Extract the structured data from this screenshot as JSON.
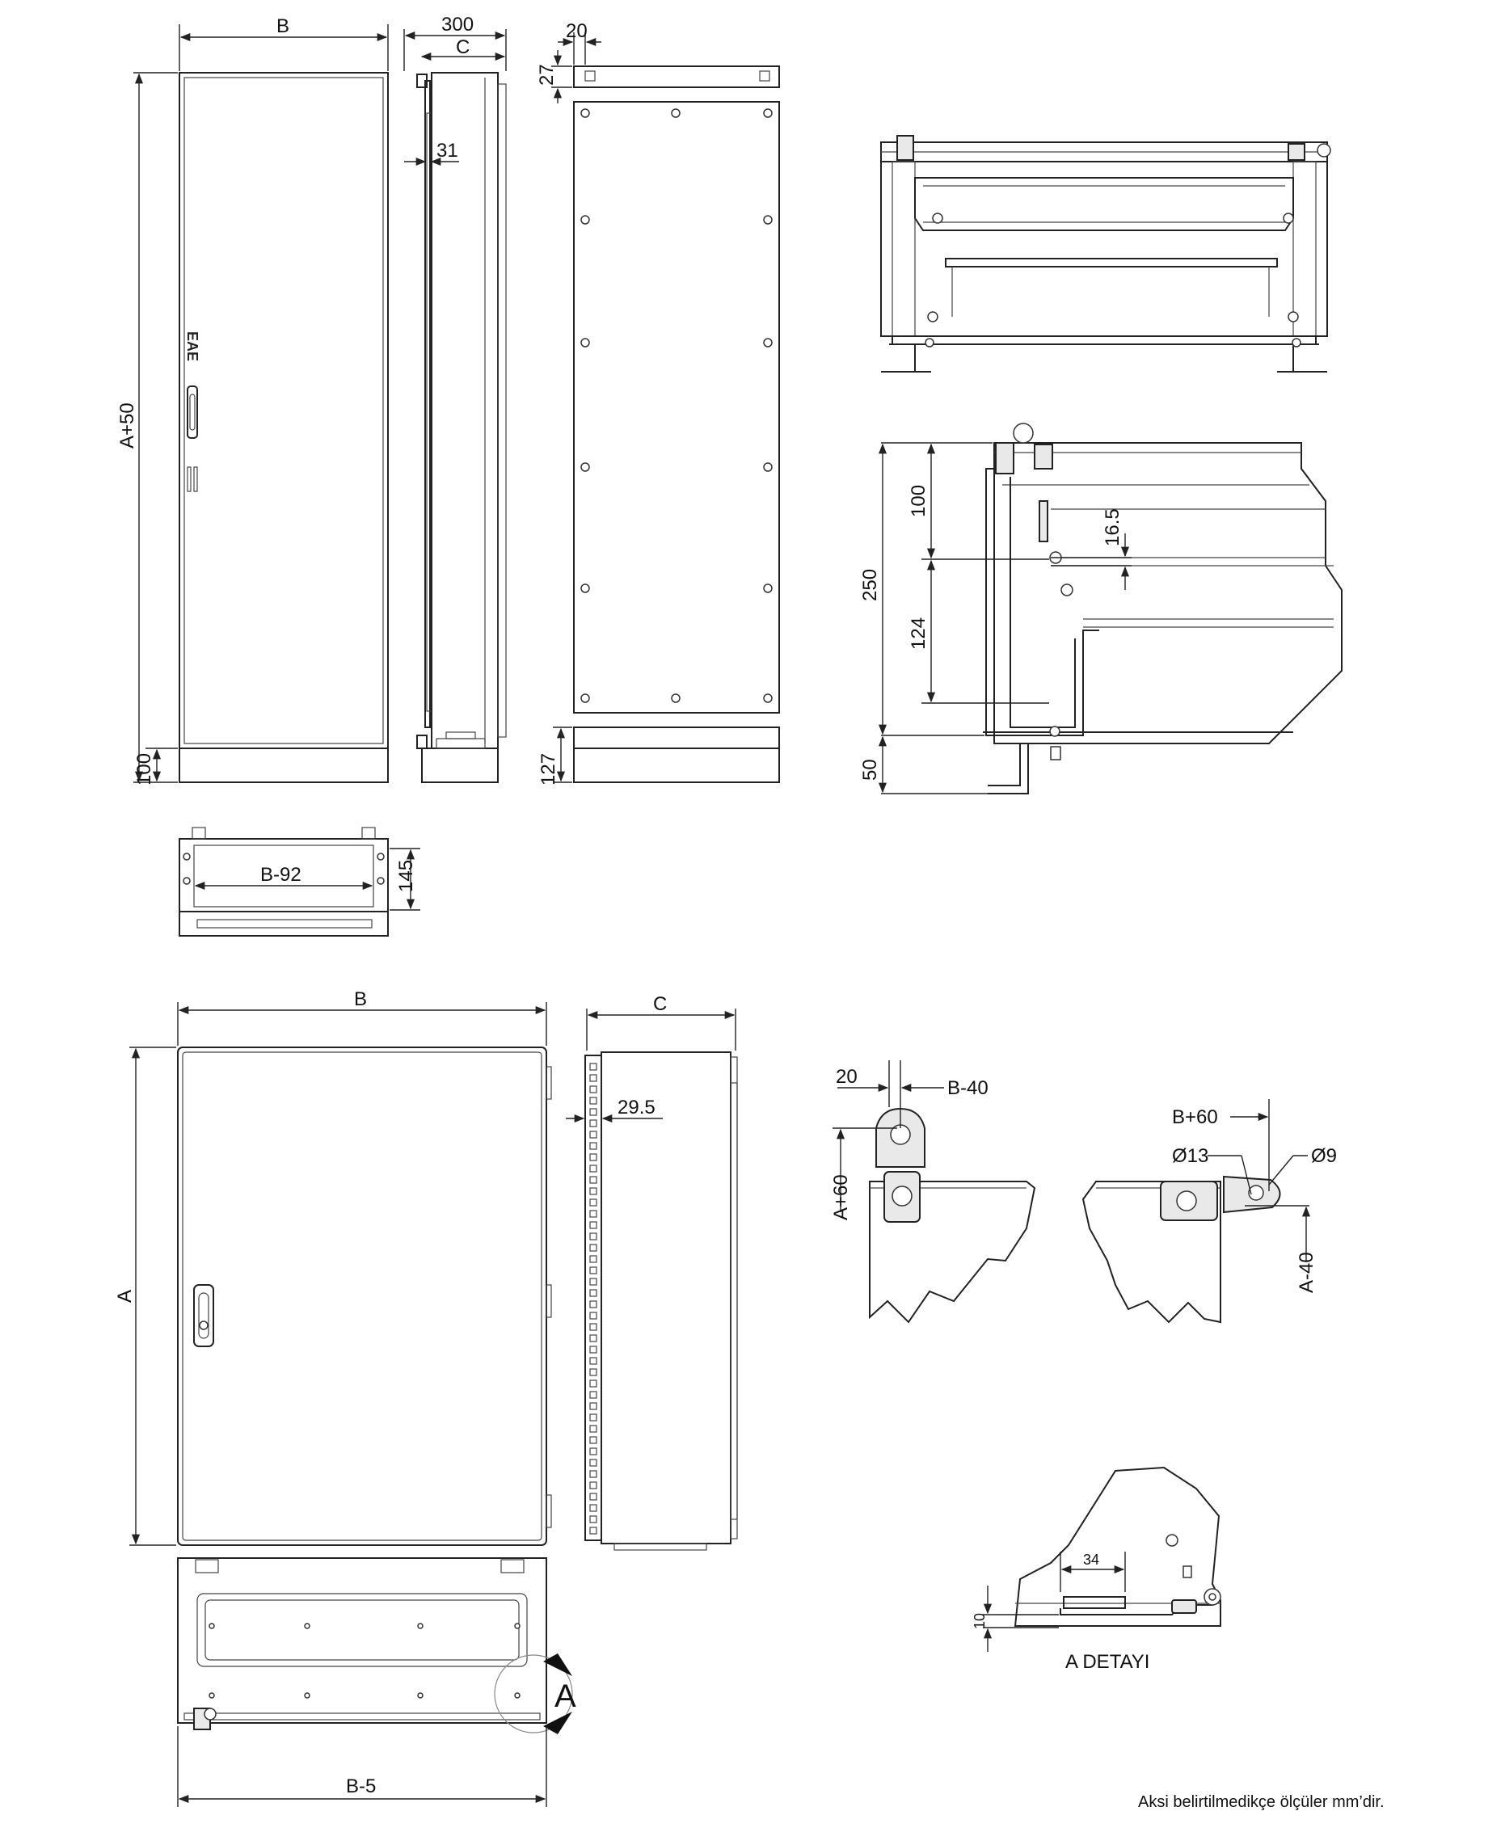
{
  "logo_text": "EAE",
  "dims": {
    "b_top": "B",
    "d300": "300",
    "c_top": "C",
    "d20_top": "20",
    "d27": "27",
    "d31": "31",
    "a50": "A+50",
    "d100_left": "100",
    "d127": "127",
    "b92": "B-92",
    "d145": "145",
    "d100": "100",
    "d16_5": "16.5",
    "d250": "250",
    "d124": "124",
    "d50": "50",
    "b_bottom": "B",
    "c_bottom": "C",
    "d29_5": "29.5",
    "a": "A",
    "b5": "B-5",
    "d20_mount": "20",
    "b40": "B-40",
    "a60": "A+60",
    "b60": "B+60",
    "o13": "Ø13",
    "o9": "Ø9",
    "a40": "A-40",
    "d34": "34",
    "d10": "10"
  },
  "labels": {
    "detail_marker": "A",
    "detail_title": "A DETAYI",
    "footnote": "Aksi belirtilmedikçe ölçüler mm’dir."
  }
}
